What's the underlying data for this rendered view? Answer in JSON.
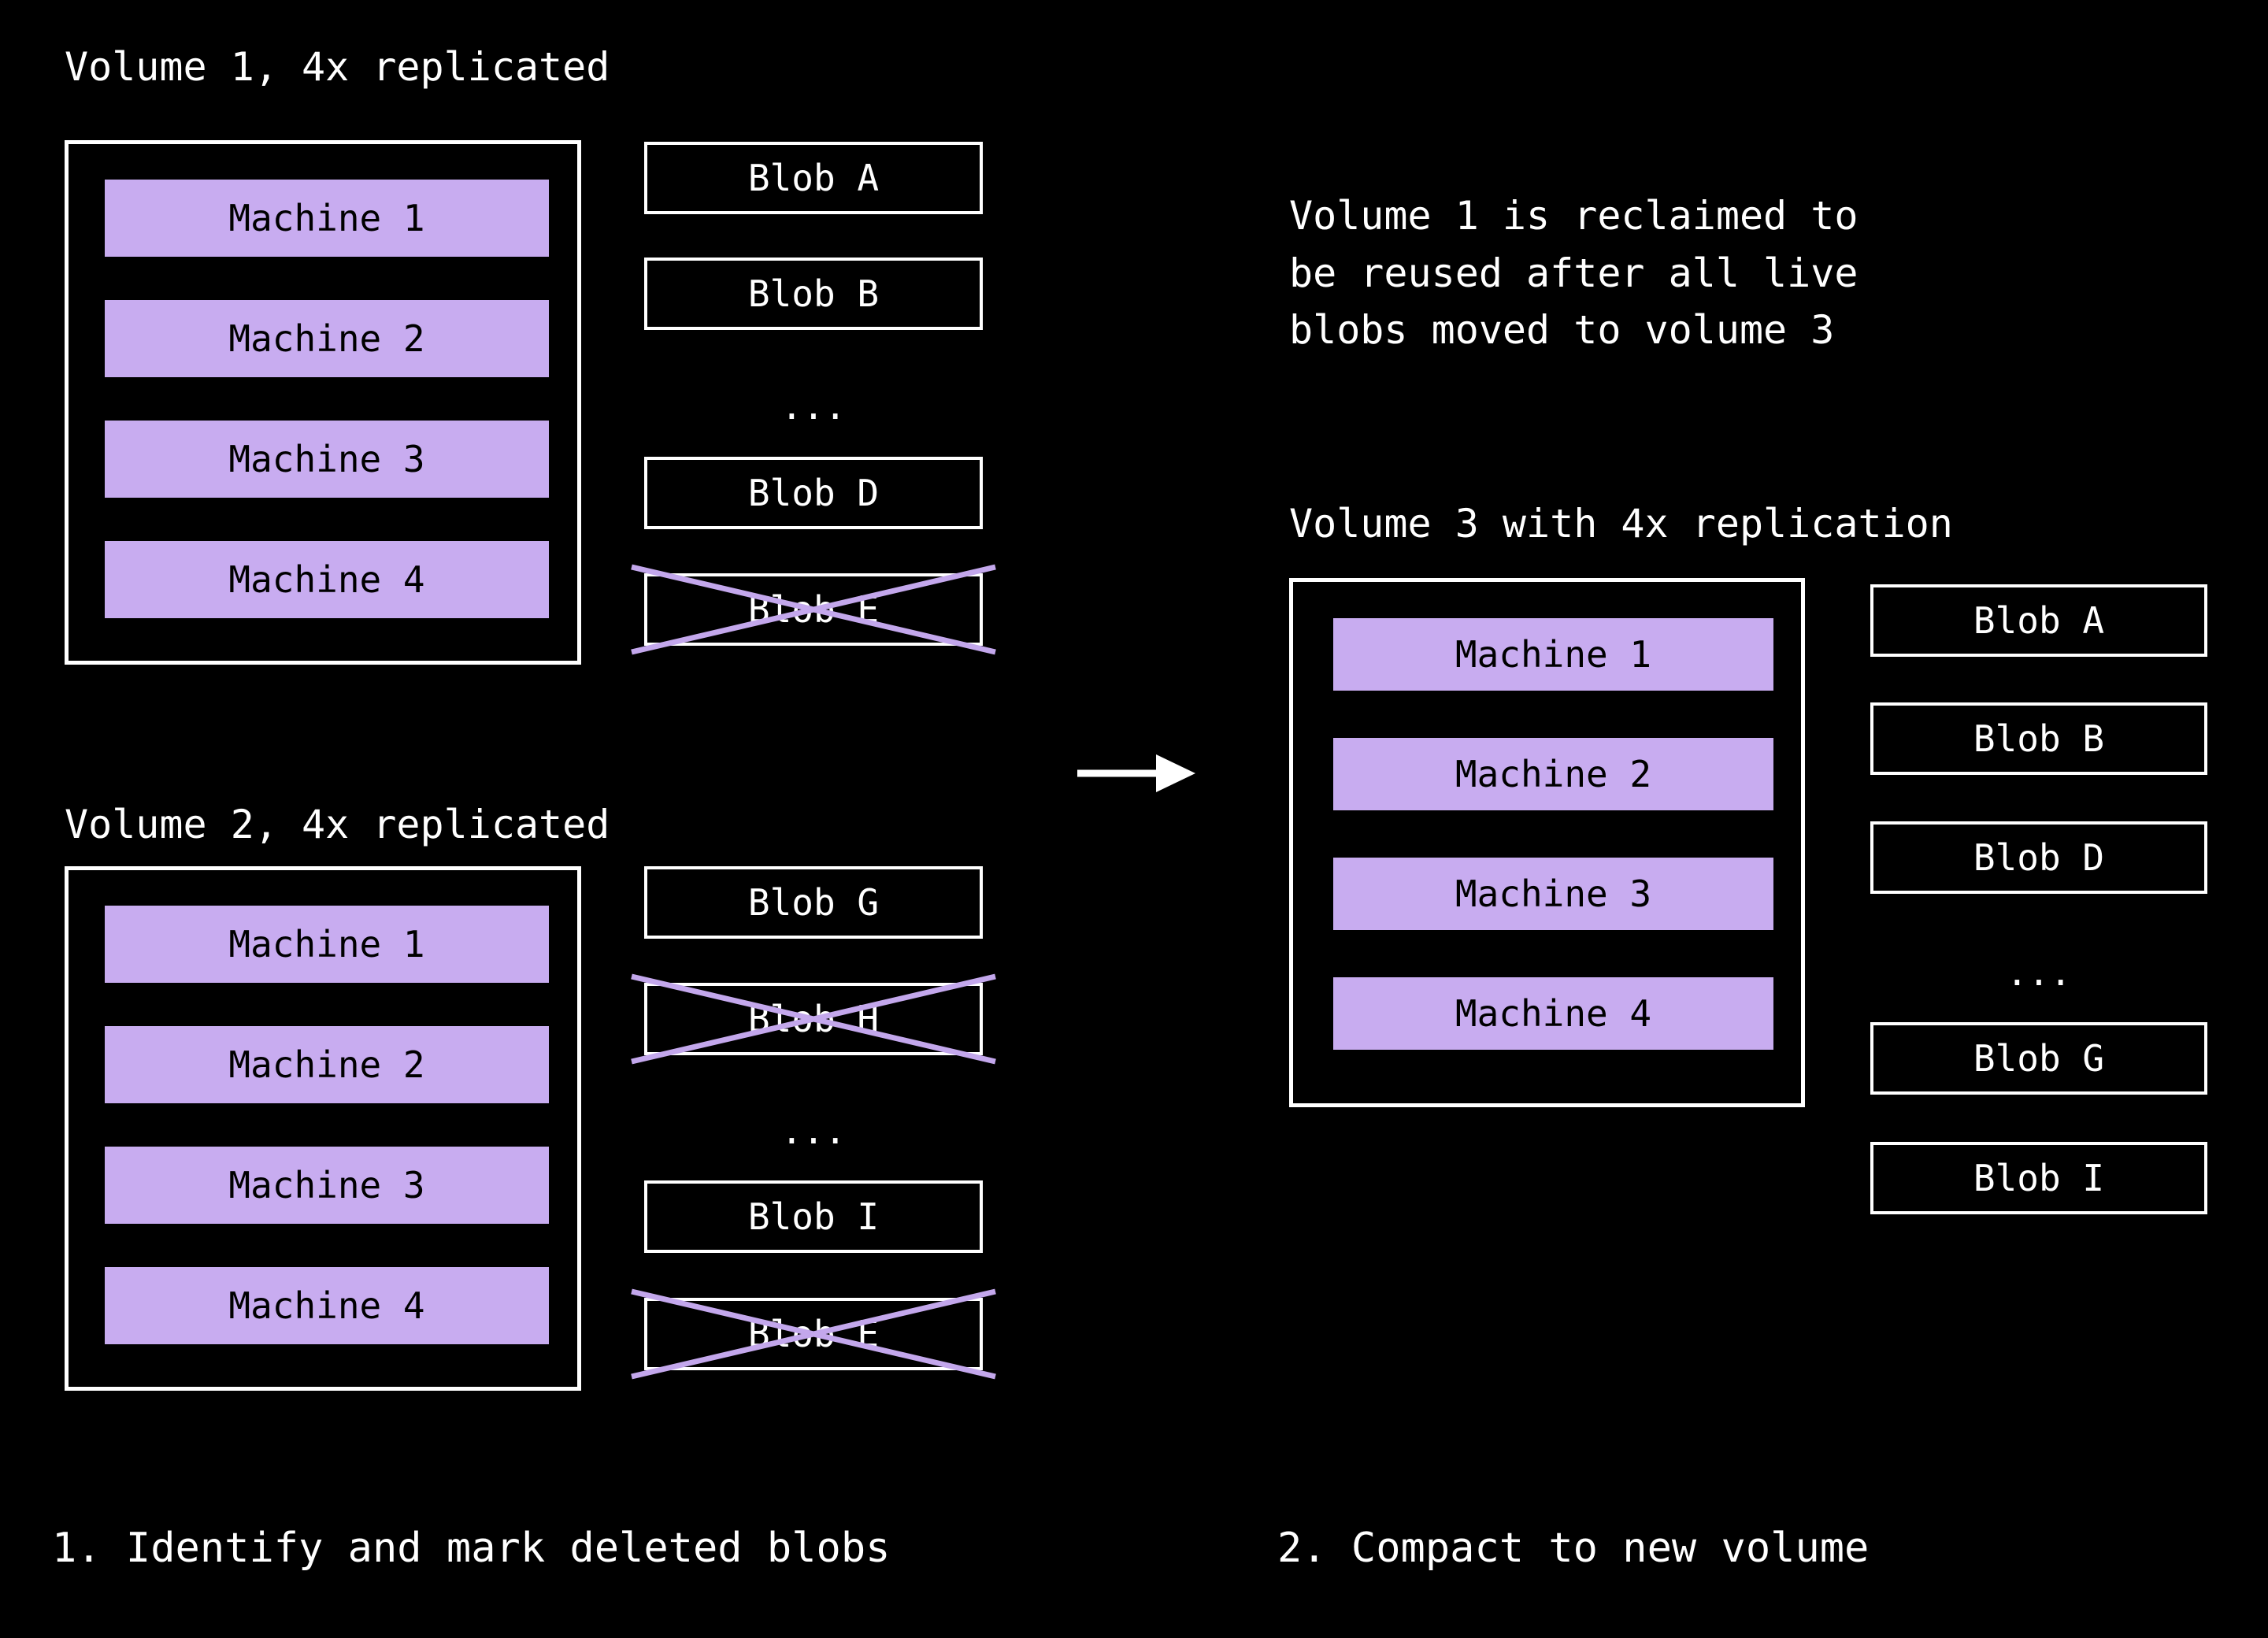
{
  "colors": {
    "background": "#000000",
    "machine_fill": "#c8acf0",
    "stroke": "#ffffff",
    "delete_mark": "#c3a7ec"
  },
  "left_column": {
    "volume1": {
      "heading": "Volume 1, 4x replicated",
      "machines": [
        "Machine 1",
        "Machine 2",
        "Machine 3",
        "Machine 4"
      ],
      "blobs": [
        {
          "label": "Blob A",
          "deleted": false
        },
        {
          "label": "Blob B",
          "deleted": false
        },
        {
          "label": "...",
          "deleted": false,
          "is_ellipsis": true
        },
        {
          "label": "Blob D",
          "deleted": false
        },
        {
          "label": "Blob E",
          "deleted": true
        }
      ]
    },
    "volume2": {
      "heading": "Volume 2, 4x replicated",
      "machines": [
        "Machine 1",
        "Machine 2",
        "Machine 3",
        "Machine 4"
      ],
      "blobs": [
        {
          "label": "Blob G",
          "deleted": false
        },
        {
          "label": "Blob H",
          "deleted": true
        },
        {
          "label": "...",
          "deleted": false,
          "is_ellipsis": true
        },
        {
          "label": "Blob I",
          "deleted": false
        },
        {
          "label": "Blob E",
          "deleted": true
        }
      ]
    },
    "caption": "1. Identify and mark deleted blobs"
  },
  "right_column": {
    "note": "Volume 1 is reclaimed to\nbe reused after all live\nblobs moved to volume 3",
    "volume3": {
      "heading": "Volume 3 with 4x replication",
      "machines": [
        "Machine 1",
        "Machine 2",
        "Machine 3",
        "Machine 4"
      ],
      "blobs": [
        {
          "label": "Blob A",
          "deleted": false
        },
        {
          "label": "Blob B",
          "deleted": false
        },
        {
          "label": "Blob D",
          "deleted": false
        },
        {
          "label": "...",
          "deleted": false,
          "is_ellipsis": true
        },
        {
          "label": "Blob G",
          "deleted": false
        },
        {
          "label": "Blob I",
          "deleted": false
        }
      ]
    },
    "caption": "2. Compact to new volume"
  },
  "flow_arrow": {
    "name": "rightwards-arrow"
  }
}
